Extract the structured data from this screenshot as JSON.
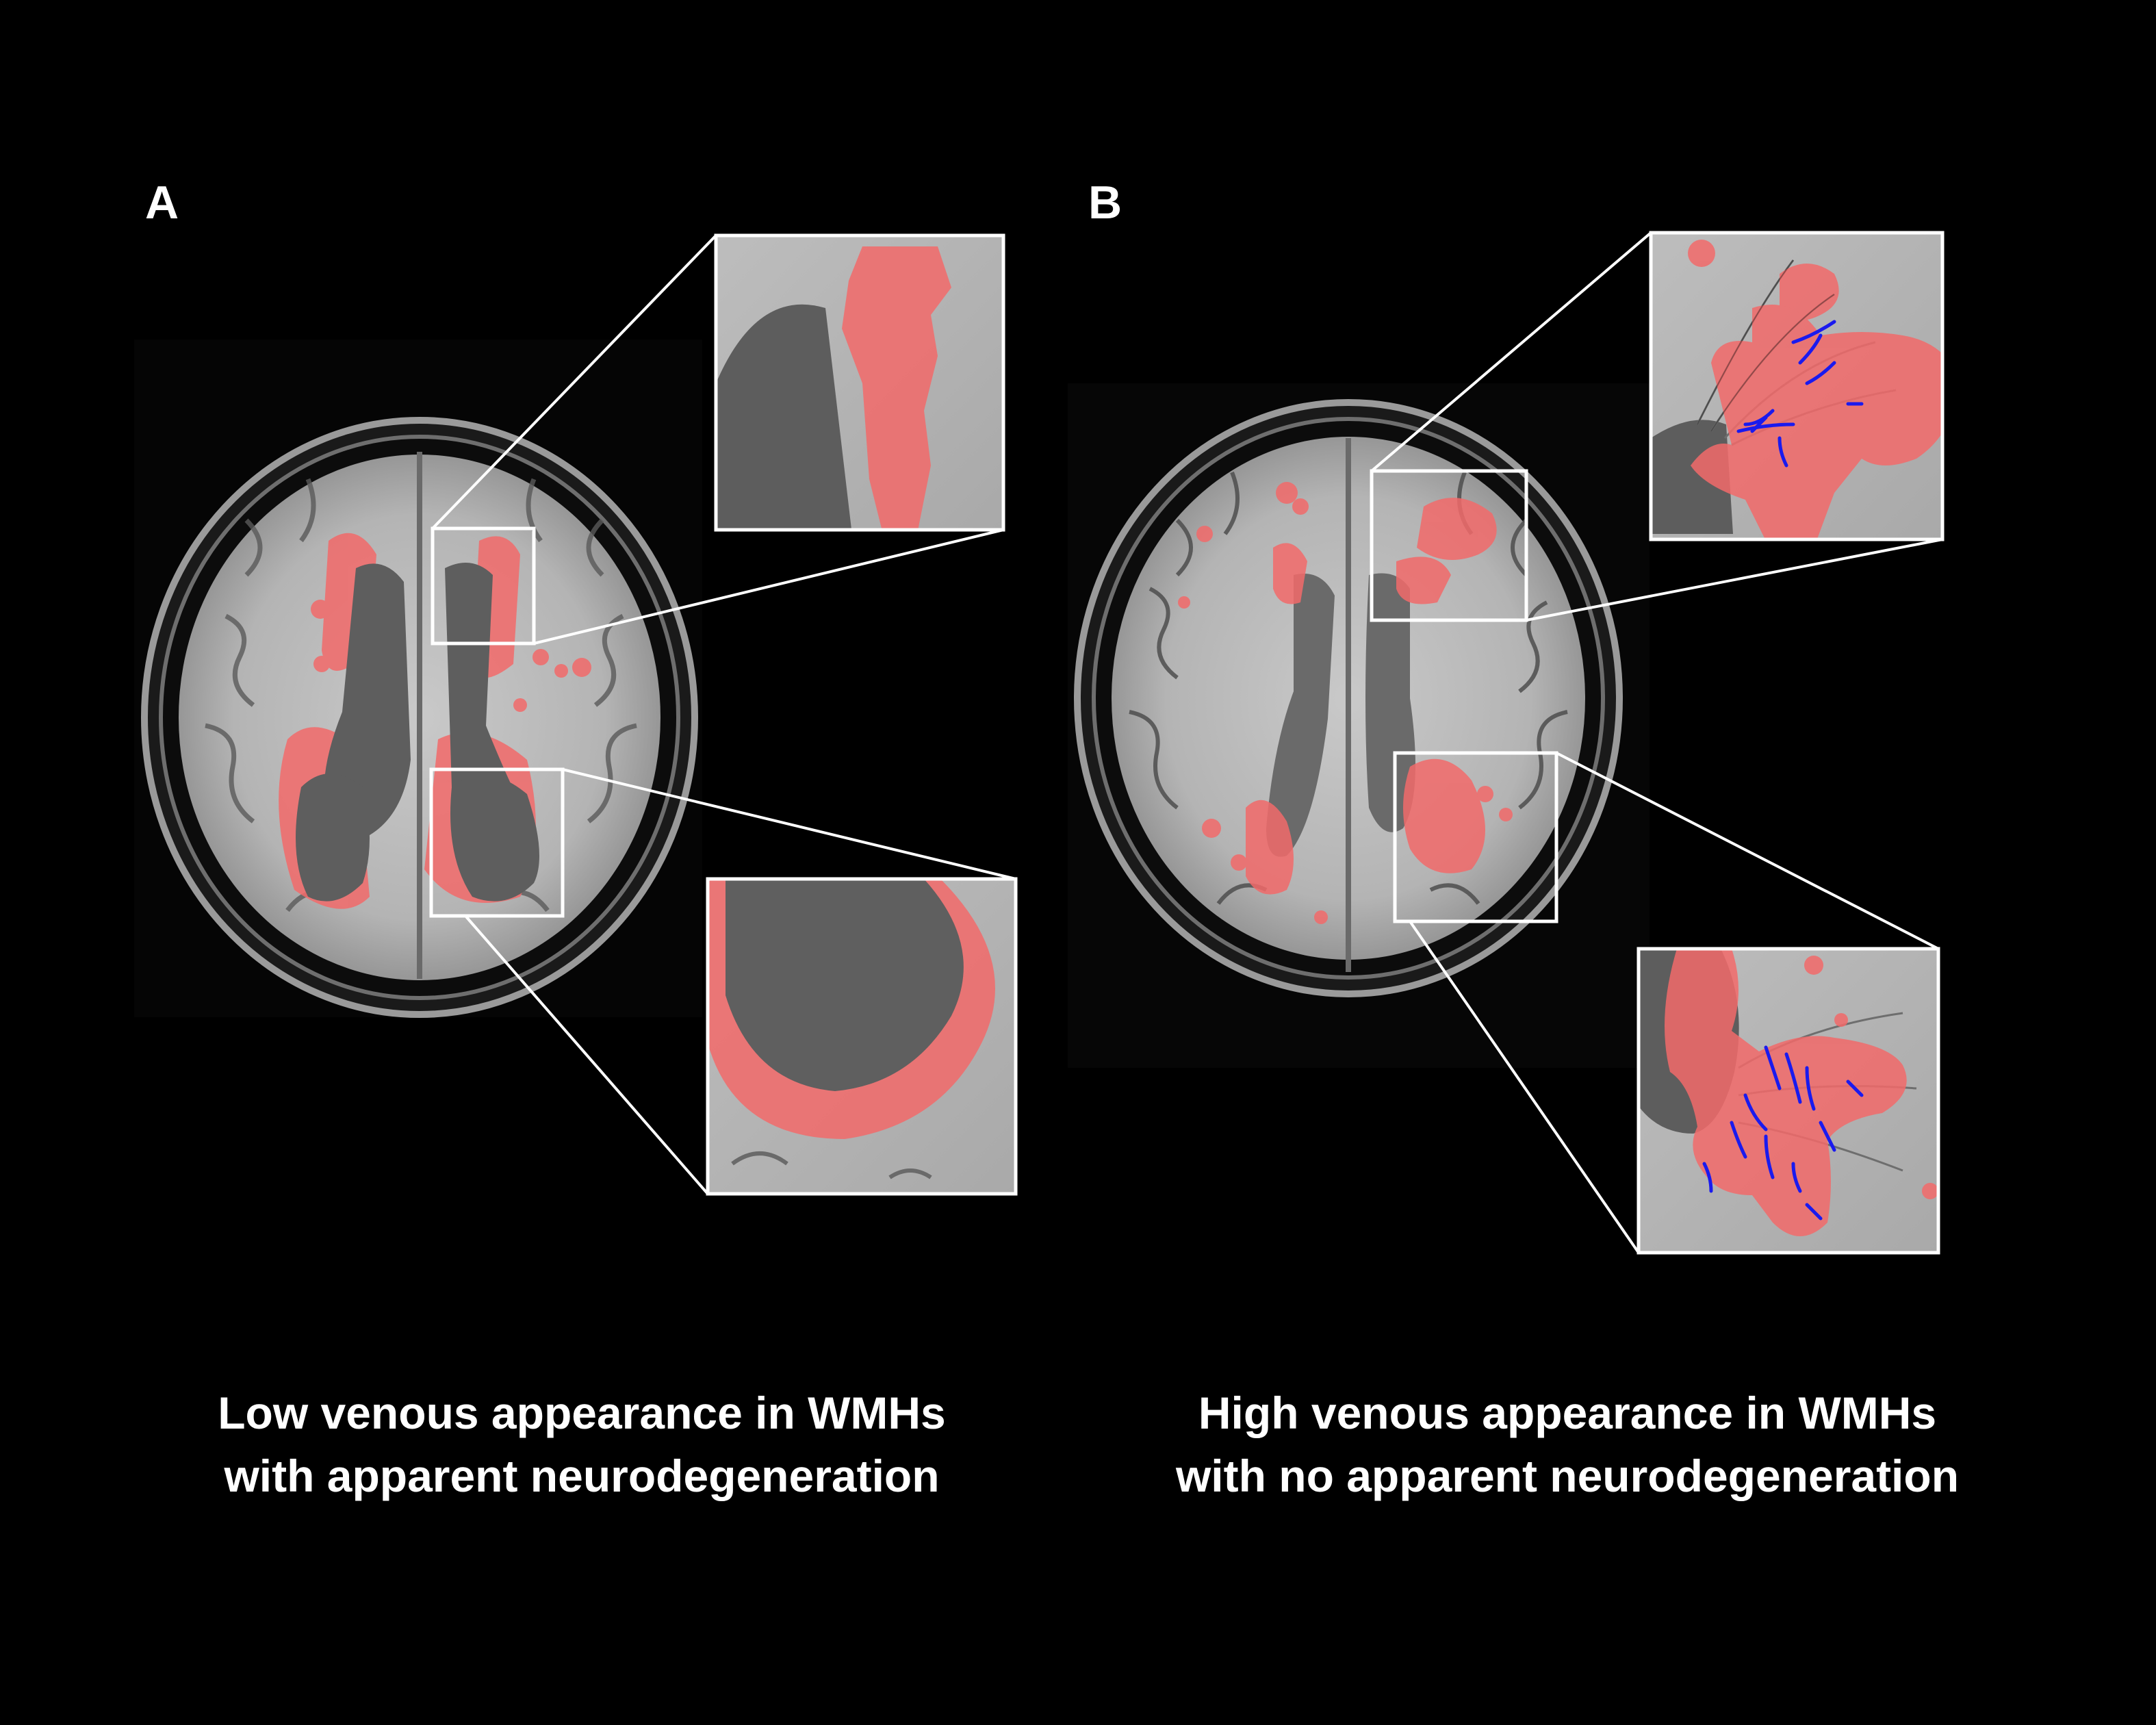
{
  "panels": [
    {
      "letter": "A",
      "caption": [
        "Low venous appearance in WMHs",
        "with apparent neurodegeneration"
      ]
    },
    {
      "letter": "B",
      "caption": [
        "High venous appearance in WMHs",
        "with no apparent neurodegeneration"
      ]
    }
  ],
  "colors": {
    "background": "#000000",
    "wmh_overlay": "#f26a6a",
    "vein_marks": "#1a1aee",
    "inset_frame": "#ffffff"
  }
}
